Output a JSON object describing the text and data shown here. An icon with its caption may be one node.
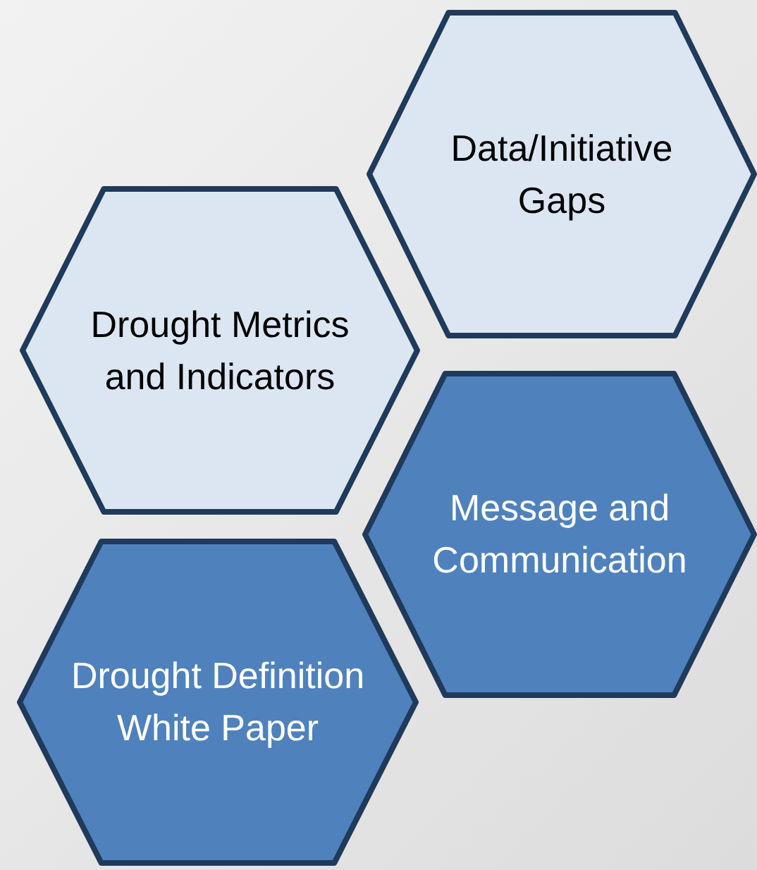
{
  "diagram": {
    "nodes": [
      {
        "text": [
          "Data/Initiative Gaps"
        ]
      },
      {
        "text": [
          "Drought Metrics and Indicators"
        ]
      },
      {
        "text": [
          "Message and Communication"
        ]
      },
      {
        "text": [
          "Drought Definition White Paper"
        ]
      }
    ],
    "edges": []
  }
}
